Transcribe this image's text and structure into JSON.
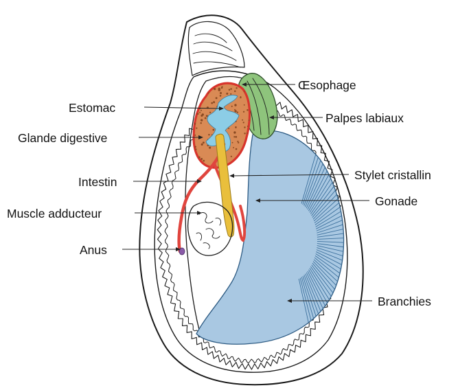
{
  "colors": {
    "digestive_gland": "#d98a55",
    "digestive_gland_outline": "#d8342c",
    "stomach": "#8ccde6",
    "stylet": "#e9bf3c",
    "labial_palps": "#8ec47c",
    "gills": "#a9c8e2",
    "gill_lines": "#3b6f9c",
    "intestine": "#e0453e",
    "anus": "#8a5aa8",
    "ink": "#1a1a1a"
  },
  "labels": {
    "oesophage": "Œsophage",
    "estomac": "Estomac",
    "palpes": "Palpes labiaux",
    "glande": "Glande digestive",
    "stylet": "Stylet cristallin",
    "intestin": "Intestin",
    "gonade": "Gonade",
    "muscle": "Muscle adducteur",
    "anus": "Anus",
    "branchies": "Branchies"
  }
}
